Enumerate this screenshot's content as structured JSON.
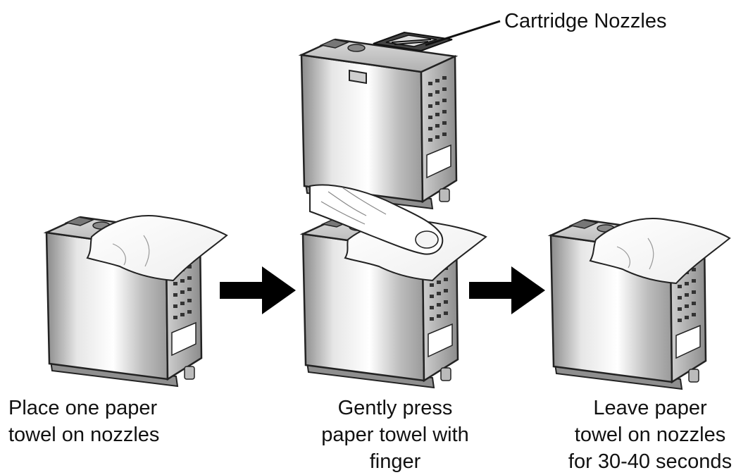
{
  "callout": {
    "label": "Cartridge Nozzles"
  },
  "steps": [
    {
      "line1": "Place one paper",
      "line2": "towel on nozzles",
      "line3": ""
    },
    {
      "line1": "Gently press",
      "line2": "paper towel with",
      "line3": "finger"
    },
    {
      "line1": "Leave paper",
      "line2": "towel on nozzles",
      "line3": "for 30-40 seconds"
    }
  ],
  "colors": {
    "ink": "#111111",
    "cartridge_light": "#f2f2f2",
    "cartridge_dark": "#9a9a9a",
    "arrow": "#000000"
  }
}
